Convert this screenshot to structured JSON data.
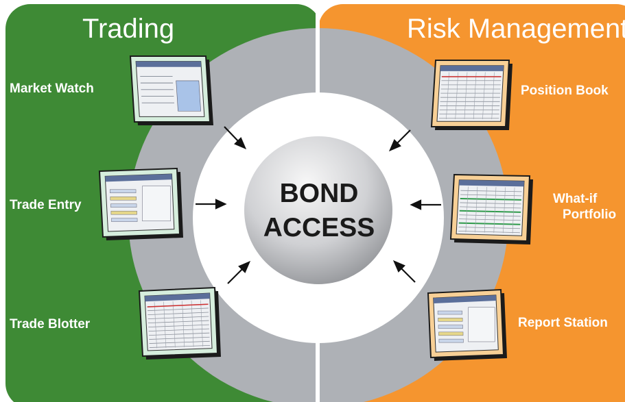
{
  "panels": {
    "left": {
      "title": "Trading",
      "color": "#3e8a35"
    },
    "right": {
      "title": "Risk Management",
      "color": "#f5952f"
    }
  },
  "center": {
    "line1": "BOND",
    "line2": "ACCESS"
  },
  "trading_modules": [
    {
      "label": "Market Watch"
    },
    {
      "label": "Trade Entry"
    },
    {
      "label": "Trade Blotter"
    }
  ],
  "risk_modules": [
    {
      "label": "Position Book"
    },
    {
      "label_line1": "What-if",
      "label_line2": "Portfolio"
    },
    {
      "label": "Report Station"
    }
  ],
  "colors": {
    "ring": "#aeb1b6",
    "inner": "#ffffff",
    "sphere_light": "#f4f4f4",
    "sphere_dark": "#9c9ea2",
    "arrow": "#111111",
    "frame_green": "#d6eedd",
    "frame_orange": "#f8d096"
  }
}
